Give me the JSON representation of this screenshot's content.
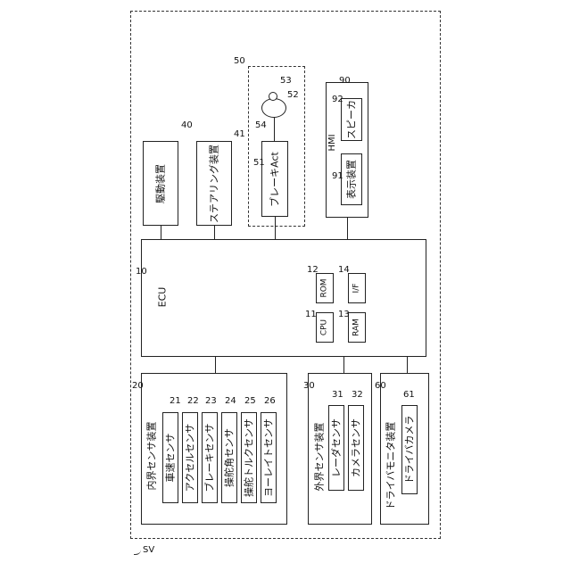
{
  "outer": {
    "ref": "SV"
  },
  "ecu": {
    "ref": "10",
    "label": "ECU",
    "cpu": {
      "ref": "11",
      "label": "CPU"
    },
    "rom": {
      "ref": "12",
      "label": "ROM"
    },
    "ram": {
      "ref": "13",
      "label": "RAM"
    },
    "iface": {
      "ref": "14",
      "label": "I/F"
    }
  },
  "drive": {
    "ref": "40",
    "label": "駆動装置"
  },
  "steering": {
    "ref": "41",
    "label": "ステアリング装置"
  },
  "brake_group": {
    "ref": "50",
    "act": {
      "ref": "51",
      "label": "ブレーキAct"
    },
    "wheel_ref": "52",
    "disc_ref": "53",
    "line_ref": "54"
  },
  "hmi": {
    "ref": "90",
    "label": "HMI",
    "display": {
      "ref": "91",
      "label": "表示装置"
    },
    "speaker": {
      "ref": "92",
      "label": "スピーカ"
    }
  },
  "internal": {
    "ref": "20",
    "label": "内界センサ装置",
    "sensors": [
      {
        "ref": "21",
        "label": "車速センサ"
      },
      {
        "ref": "22",
        "label": "アクセルセンサ"
      },
      {
        "ref": "23",
        "label": "ブレーキセンサ"
      },
      {
        "ref": "24",
        "label": "操舵角センサ"
      },
      {
        "ref": "25",
        "label": "操舵トルクセンサ"
      },
      {
        "ref": "26",
        "label": "ヨーレイトセンサ"
      }
    ]
  },
  "external": {
    "ref": "30",
    "label": "外界センサ装置",
    "radar": {
      "ref": "31",
      "label": "レーダセンサ"
    },
    "camera": {
      "ref": "32",
      "label": "カメラセンサ"
    }
  },
  "monitor": {
    "ref": "60",
    "label": "ドライバモニタ装置",
    "camera": {
      "ref": "61",
      "label": "ドライバカメラ"
    }
  }
}
